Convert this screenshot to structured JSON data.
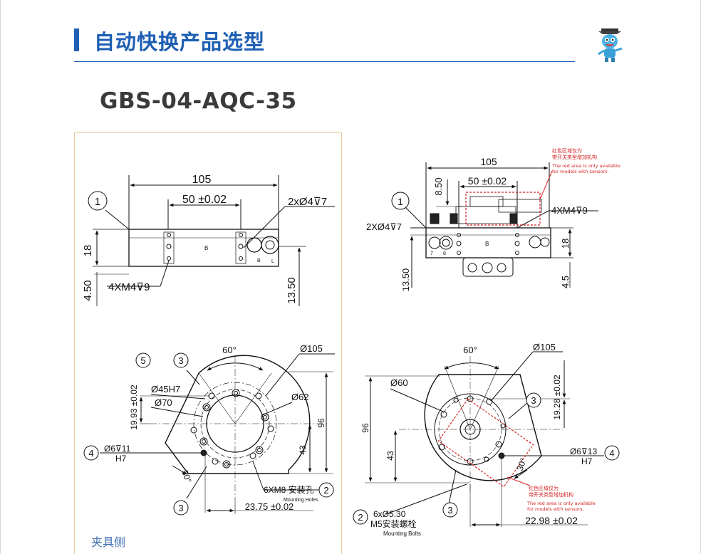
{
  "header": {
    "title": "自动快换产品选型"
  },
  "model": "GBS-04-AQC-35",
  "footer": {
    "label": "夹具侧"
  },
  "colors": {
    "accent": "#1e5fb4",
    "panel_border": "#e4c89a",
    "sensor_red": "#d62222"
  },
  "drawings": {
    "front_left": {
      "width_dim": "105",
      "pitch_dim": "50 ±0.02",
      "hole_callout": "2xØ4⊽7",
      "thread_callout": "4XM4⊽9",
      "height_dim": "18",
      "offset_dim": "4.50",
      "depth_dim": "13.50",
      "balloon": "1",
      "face_marks": [
        "B",
        "B",
        "L"
      ]
    },
    "front_right": {
      "width_dim": "105",
      "pitch_dim": "50 ±0.02",
      "top_dim": "8.50",
      "hole_callout": "2XØ4⊽7",
      "thread_callout": "4XM4⊽9",
      "height_dim": "18",
      "offset_dim": "4.5",
      "depth_dim": "13.50",
      "balloon": "1",
      "face_marks": [
        "7",
        "8",
        "B"
      ],
      "red_note_cn": [
        "红色区域仅为",
        "带开关类型增加机构"
      ],
      "red_note_en": [
        "The red area is only available",
        "for models with sensors."
      ]
    },
    "top_left": {
      "angle": "60°",
      "outer_dia": "Ø105",
      "bore_dia": "Ø45H7",
      "circle_dia": "Ø70",
      "bolt_circle": "Ø62",
      "vertical_dim": "19.93 ±0.02",
      "pin_callout": "Ø6⊽11",
      "pin_fit": "H7",
      "height_96": "96",
      "height_43": "43",
      "angle_30": "30°",
      "thread_cn": "6XM8 安装孔",
      "thread_en": "Mounting Holes",
      "offset_dim": "23.75 ±0.02",
      "balloons": [
        "5",
        "3",
        "4",
        "3",
        "2"
      ]
    },
    "top_right": {
      "angle": "60°",
      "outer_dia": "Ø105",
      "circle_dia": "Ø60",
      "vertical_dim": "19.28 ±0.02",
      "height_96": "96",
      "height_43": "43",
      "pin_callout": "Ø6⊽13",
      "pin_fit": "H7",
      "angle_30": "30°",
      "bolt_callout": "6xØ5.30",
      "bolt_cn": "M5安装螺栓",
      "bolt_en": "Mounting Bolts",
      "offset_dim": "22.98 ±0.02",
      "balloons": [
        "3",
        "4",
        "2",
        "3"
      ],
      "red_note_cn": [
        "红色区域仅为",
        "带开关类型增加机构"
      ],
      "red_note_en": [
        "The red area is only available",
        "for models with sensors."
      ]
    }
  }
}
